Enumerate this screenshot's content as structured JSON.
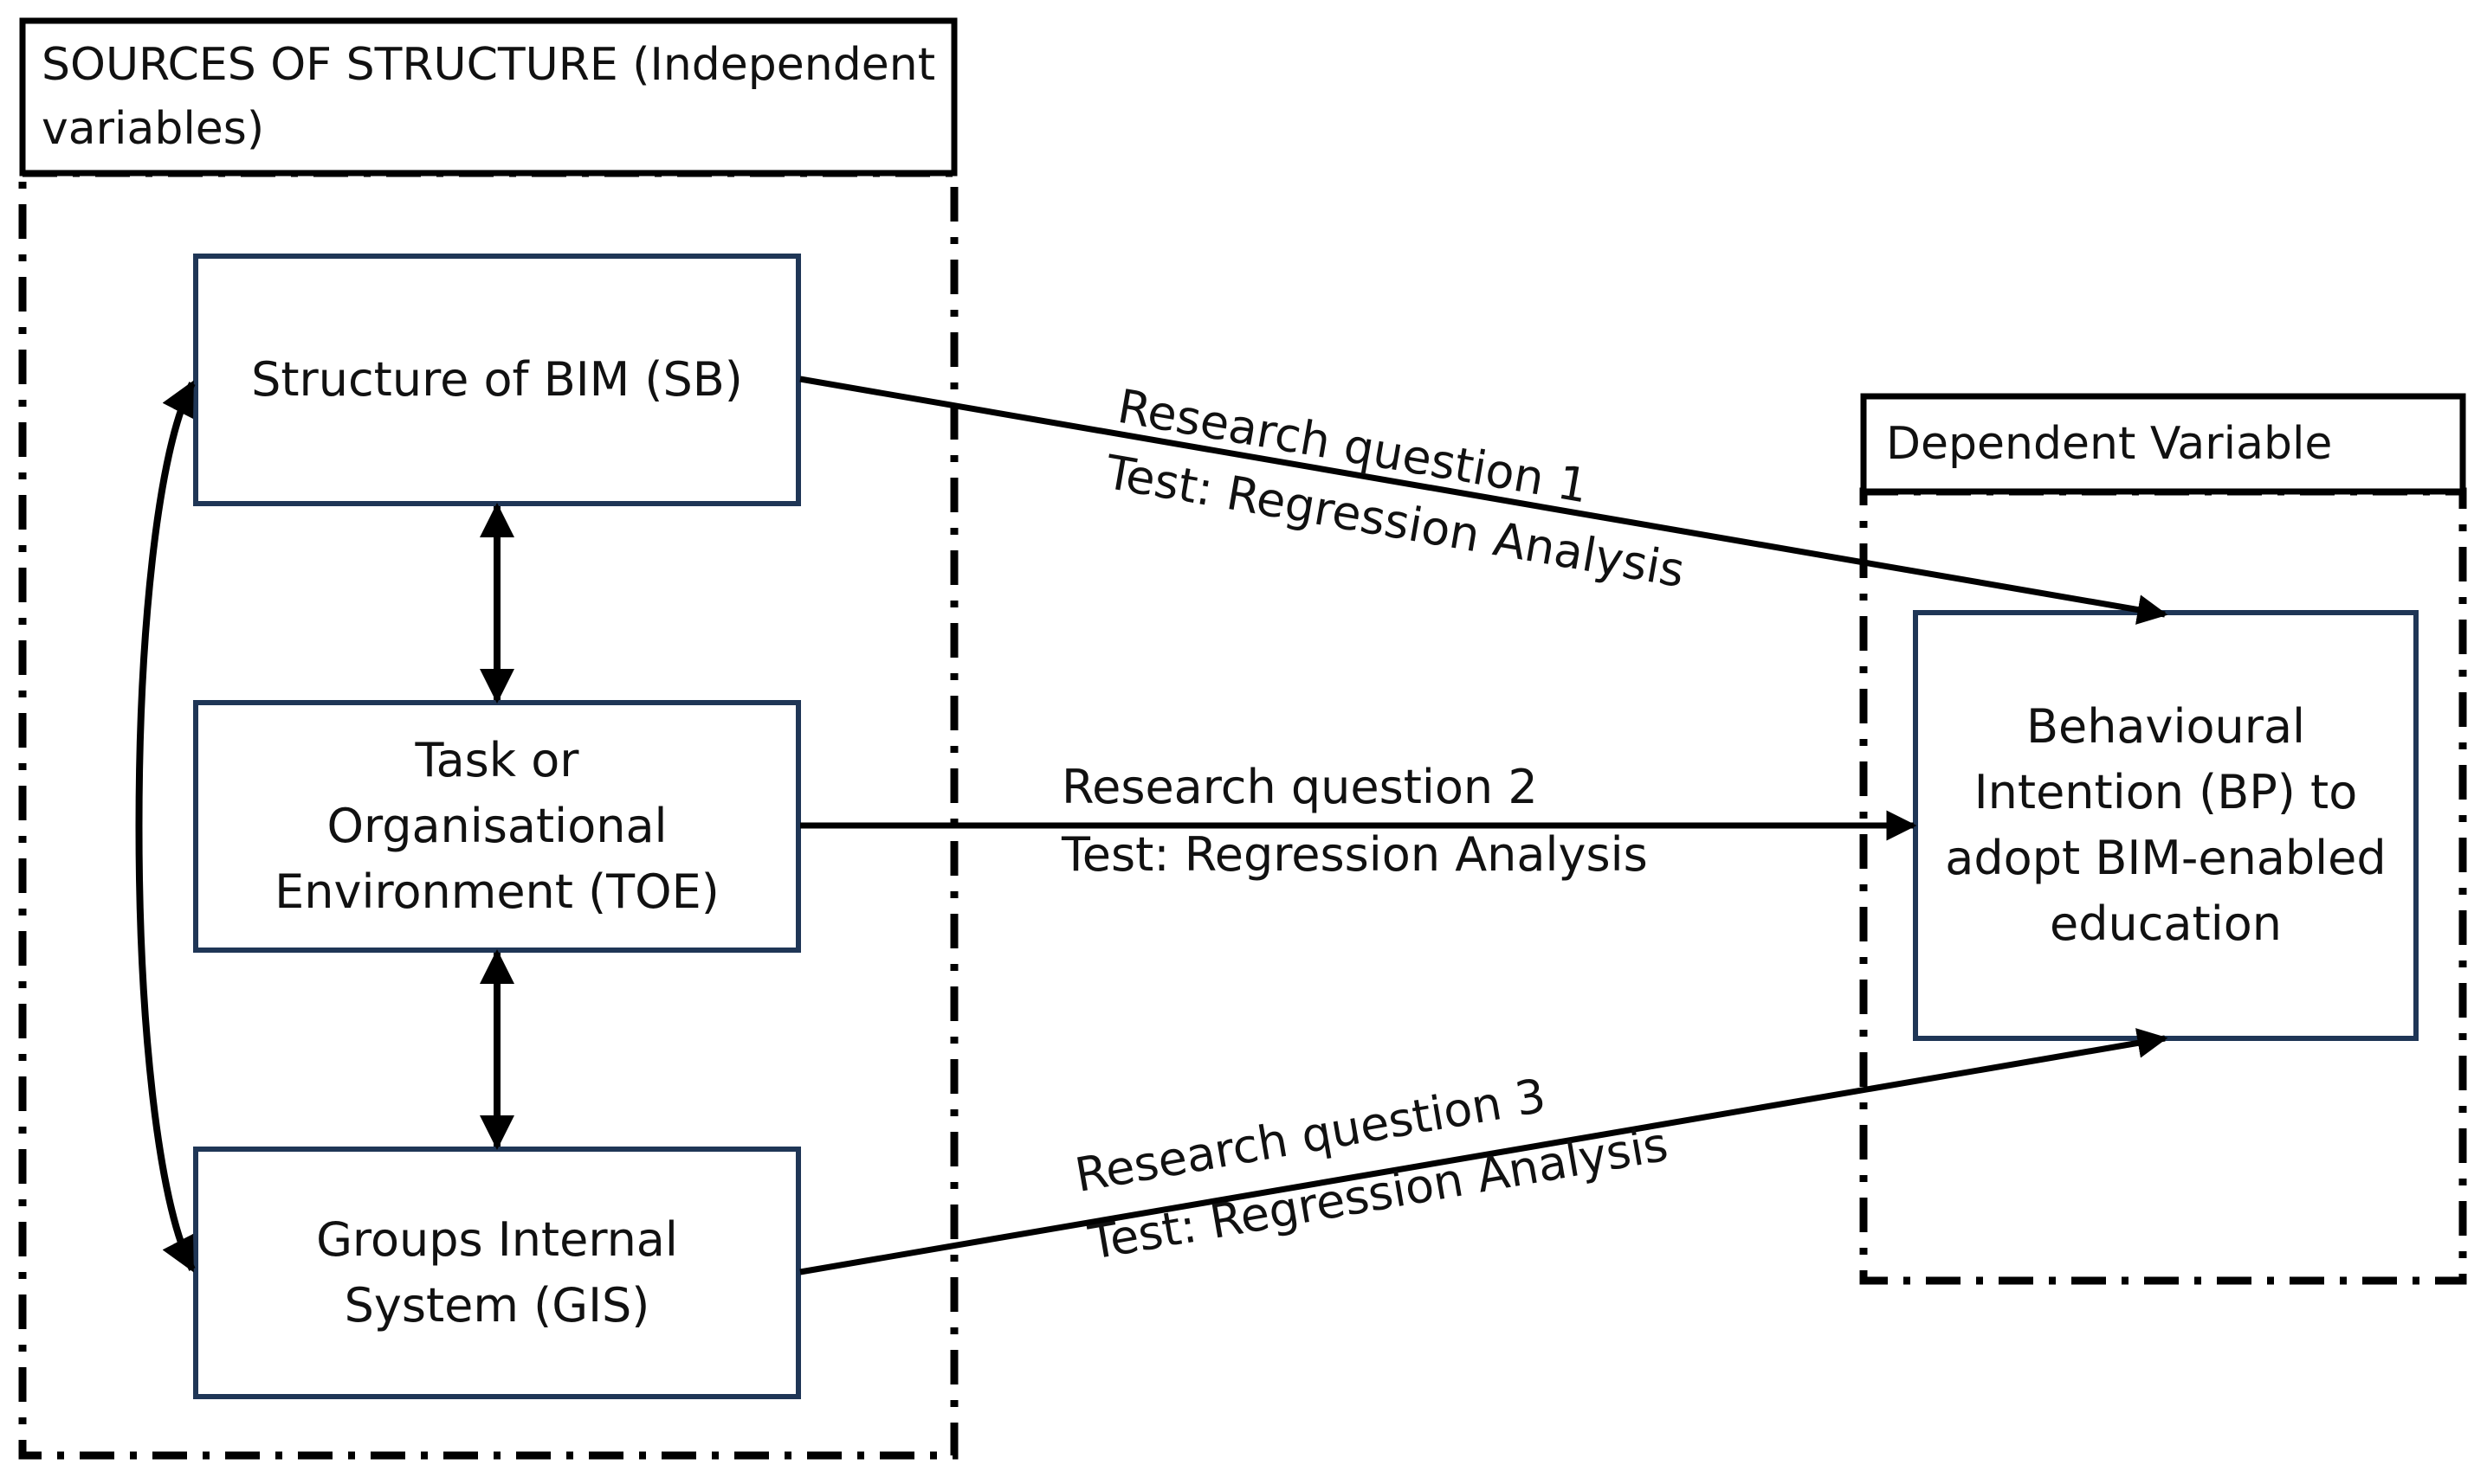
{
  "colors": {
    "box_border": "#1f3656",
    "header_border": "#000000",
    "arrow": "#000000",
    "text": "#111111"
  },
  "groups": {
    "sources": {
      "title": "SOURCES OF STRUCTURE (Independent variables)"
    },
    "dependent": {
      "title": "Dependent Variable"
    }
  },
  "nodes": {
    "sb": {
      "label": "Structure of BIM (SB)"
    },
    "toe": {
      "label": "Task or Organisational Environment (TOE)"
    },
    "gis": {
      "label": "Groups Internal System (GIS)"
    },
    "bp": {
      "label": "Behavioural Intention (BP) to adopt BIM-enabled education"
    }
  },
  "edges": [
    {
      "from": "sb",
      "to": "bp",
      "question": "Research question 1",
      "test": "Test: Regression Analysis"
    },
    {
      "from": "toe",
      "to": "bp",
      "question": "Research question 2",
      "test": "Test: Regression Analysis"
    },
    {
      "from": "gis",
      "to": "bp",
      "question": "Research question 3",
      "test": "Test: Regression Analysis"
    }
  ],
  "links": [
    {
      "between": [
        "sb",
        "toe"
      ],
      "type": "double-arrow"
    },
    {
      "between": [
        "toe",
        "gis"
      ],
      "type": "double-arrow"
    },
    {
      "between": [
        "sb",
        "gis"
      ],
      "type": "curved-double-arrow"
    }
  ]
}
